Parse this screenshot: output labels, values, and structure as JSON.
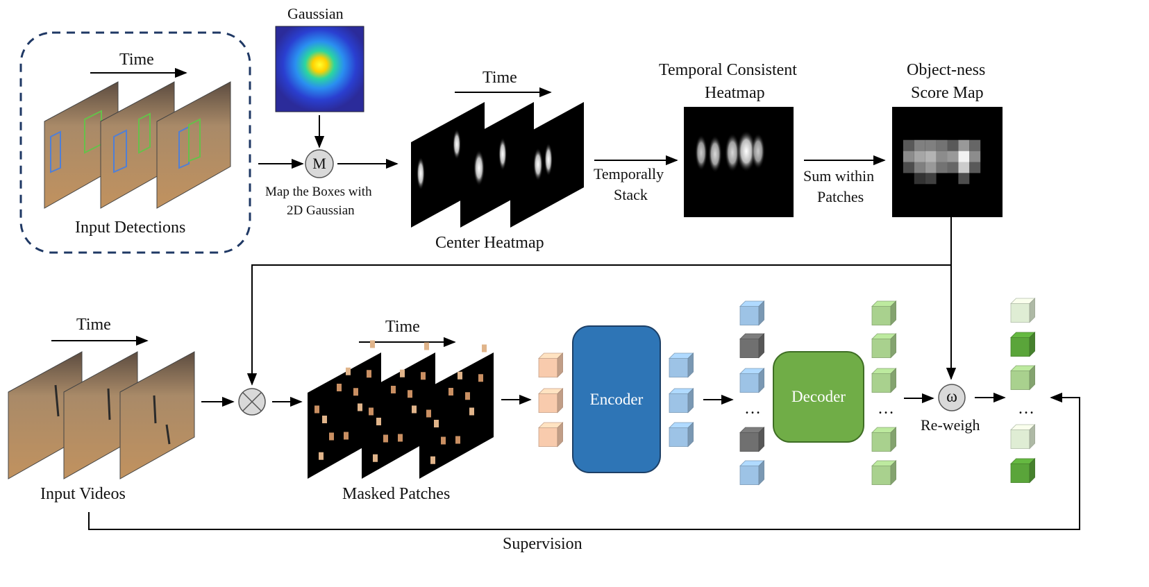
{
  "top": {
    "input_detections": {
      "time_label": "Time",
      "caption": "Input Detections"
    },
    "gaussian": {
      "title": "Gaussian"
    },
    "map_operator": {
      "symbol": "M",
      "caption_line1": "Map the Boxes with",
      "caption_line2": "2D Gaussian"
    },
    "center_heatmap": {
      "time_label": "Time",
      "caption": "Center Heatmap"
    },
    "temporally_stack": {
      "line1": "Temporally",
      "line2": "Stack"
    },
    "temporal_heatmap": {
      "line1": "Temporal Consistent",
      "line2": "Heatmap"
    },
    "sum_patches": {
      "line1": "Sum within",
      "line2": "Patches"
    },
    "objectness": {
      "line1": "Object-ness",
      "line2": "Score Map"
    }
  },
  "bottom": {
    "input_videos": {
      "time_label": "Time",
      "caption": "Input Videos"
    },
    "masked_patches": {
      "time_label": "Time",
      "caption": "Masked Patches"
    },
    "encoder": {
      "label": "Encoder"
    },
    "decoder": {
      "label": "Decoder"
    },
    "reweigh": {
      "symbol": "ω",
      "caption": "Re-weigh"
    },
    "ellipsis": "…",
    "supervision": "Supervision"
  },
  "colors": {
    "encoder_fill": "#2e75b6",
    "decoder_fill": "#70ad47",
    "dashed_border": "#1f3864",
    "token_peach": "#f8cbad",
    "token_blue": "#9dc3e6",
    "token_gray": "#707070",
    "token_green": "#a9d18e",
    "token_dark_green": "#5aa53a",
    "token_light_green": "#dfedd4"
  }
}
